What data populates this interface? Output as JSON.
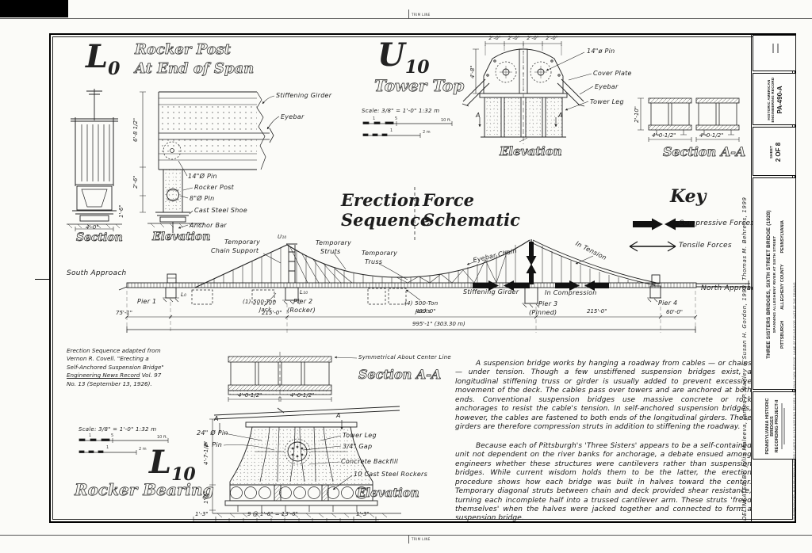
{
  "sheet": {
    "trim_label": "TRIM LINE"
  },
  "scalebar": {
    "ft1": "1",
    "ft5": "5",
    "ft10": "10 ft.",
    "m1": "1",
    "m2": "2 m"
  },
  "l0_detail": {
    "tag": "L",
    "tag_sub": "0",
    "title1": "Rocker Post",
    "title2": "At End of Span",
    "label_section": "Section",
    "label_elevation": "Elevation",
    "dim_width": "4'-0\"",
    "dim_upper": "6'-8 1/2\"",
    "dim_mid": "2'-6\"",
    "dim_lower": "1'-6\"",
    "callout_stiffening_girder": "Stiffening Girder",
    "callout_eyebar": "Eyebar",
    "callout_pin14": "14\"Ø Pin",
    "callout_rocker_post": "Rocker Post",
    "callout_pin8": "8\"Ø Pin",
    "callout_shoe": "Cast Steel Shoe",
    "callout_anchor": "Anchor Bar"
  },
  "u10_detail": {
    "tag": "U",
    "tag_sub": "10",
    "title": "Tower Top",
    "scale_note": "Scale: 3/8\" = 1'-0\"   1:32 m",
    "dim1": "2'-0\"",
    "dim2": "2'-0\"",
    "dim3": "2'-0\"",
    "dim4": "2'-0\"",
    "dim_height": "4'-8\"",
    "callout_pin14": "14\"ø Pin",
    "callout_cover_plate": "Cover Plate",
    "callout_eyebar": "Eyebar",
    "callout_tower_leg": "Tower Leg",
    "label_elevation": "Elevation",
    "marker_a_left": "A",
    "marker_a_right": "A"
  },
  "section_aa": {
    "dim_height": "2'-10\"",
    "dim_w1": "4'-0-1/2\"",
    "dim_w2": "4'-0-1/2\"",
    "label": "Section A-A"
  },
  "main_title": {
    "left1": "Erection",
    "left2": "Sequence",
    "right1": "Force",
    "right2": "Schematic"
  },
  "key": {
    "title": "Key",
    "compressive": "Compressive Forces",
    "tensile": "Tensile Forces"
  },
  "bridge": {
    "south_approach": "South Approach",
    "north_approach": "North Approach",
    "node_u10": "U₁₀",
    "node_l0": "L₀",
    "node_l10": "L₁₀",
    "pier1": "Pier 1",
    "pier2": "Pier 2",
    "pier2_sub": "(Rocker)",
    "pier3": "Pier 3",
    "pier3_sub": "(Pinned)",
    "pier4": "Pier 4",
    "jack1_a": "(1) 500-Ton",
    "jack1_b": "Jack",
    "jack4_a": "(4) 500-Ton",
    "jack4_b": "Jacks",
    "temp_chain_a": "Temporary",
    "temp_chain_b": "Chain Support",
    "temp_struts_a": "Temporary",
    "temp_struts_b": "Struts",
    "temp_truss_a": "Temporary",
    "temp_truss_b": "Truss",
    "eyebar_chain": "Eyebar Chain",
    "in_tension": "In Tension",
    "in_compression": "In Compression",
    "stiffening_girder": "Stiffening Girder",
    "dim_75": "75'-1\"",
    "dim_215a": "215'-0\"",
    "dim_430": "430'-0\"",
    "dim_215b": "215'-0\"",
    "dim_60": "60'-0\"",
    "dim_overall": "995'-1\" (303.30 m)"
  },
  "citation": {
    "line1": "Erection Sequence adapted from",
    "line2": "Vernon R. Covell. \"Erecting a",
    "line3": "Self-Anchored Suspension Bridge\"",
    "line4_u": "Engineering News Record",
    "line4_b": " Vol. 97",
    "line5": "No. 13 (September 13, 1926)."
  },
  "l10_detail": {
    "tag": "L",
    "tag_sub": "10",
    "title": "Rocker Bearing",
    "scale_note": "Scale: 3/8\" = 1'-0\"   1:32 m",
    "sym_note": "Symmetrical About Center Line",
    "section_label": "Section  A-A",
    "dim_w1": "4'-0-1/2\"",
    "dim_w2": "4'-0-1/2\"",
    "callout_pin24": "24\" Ø Pin",
    "callout_cl_pin": "℄ Pin",
    "callout_tower_leg": "Tower Leg",
    "callout_gap": "3/4\" Gap",
    "callout_backfill": "Concrete Backfill",
    "callout_rockers": "10 Cast Steel Rockers",
    "label_elevation": "Elevation",
    "marker_a_left": "A",
    "marker_a_right": "A",
    "dim_height_main": "4'-7-1/2\"",
    "dim_height_lower": "1'-8\"",
    "dim_b_left": "1'-3\"",
    "dim_b_mid": "9 @ 1'-6\" = 13'-6\"",
    "dim_b_right": "1'-3\""
  },
  "description": {
    "para1": "A suspension bridge works by hanging a roadway from cables — or chains — under tension.  Though a few unstiffened suspension bridges exist, a longitudinal stiffening truss or girder is usually added to prevent excessive movement of the deck.  The cables pass over towers and are anchored at both ends.  Conventional suspension bridges use massive concrete or rock anchorages to resist the cable's tension.  In self-anchored suspension bridges, however, the cables are fastened to both ends of the longitudinal girders.  These girders are therefore compression struts in addition to stiffening the roadway.",
    "para2": "Because each of Pittsburgh's 'Three Sisters' appears to be a self-contained unit not dependent on the river banks for anchorage, a debate ensued among engineers whether these structures were cantilevers rather than suspension bridges.  While current wisdom holds them to be the latter, the erection procedure shows how each bridge was built in halves toward the center.  Temporary diagonal struts between chain and deck provided shear resistance, turning each incomplete half into a trussed cantilever arm.  These struts 'freed themselves' when the halves were jacked together and connected to form a suspension bridge."
  },
  "titleblock": {
    "delineators": "DELINEATED BY:  Julia Maleeva, James P. Hanley & Susan H. Gordon, 1998.      Thomas M. Behrens, 1999",
    "project_line1": "PENNSYLVANIA HISTORIC BRIDGES",
    "project_line2": "RECORDING PROJECT-II",
    "bridge_title": "THREE SISTERS BRIDGES, SIXTH STREET BRIDGE (1928)",
    "bridge_sub": "SPANNING ALLEGHENY RIVER AT SIXTH STREET",
    "city": "PITTSBURGH",
    "county": "ALLEGHENY COUNTY",
    "state": "PENNSYLVANIA",
    "sheet_label": "SHEET",
    "sheet_number": "2 OF 8",
    "record_line1": "HISTORIC AMERICAN",
    "record_line2": "ENGINEERING RECORD",
    "record_number": "PA-490-A",
    "credit": "IF REPRODUCED, PLEASE CREDIT: HISTORIC AMERICAN ENGINEERING RECORD, NATIONAL PARK SERVICE, NAME OF DELINEATOR, DATE OF THE DRAWING"
  }
}
